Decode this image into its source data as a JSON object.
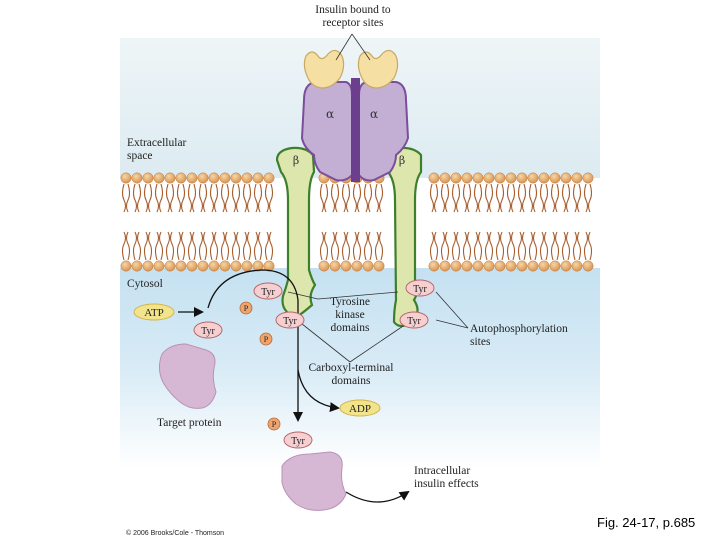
{
  "labels": {
    "insulin_bound": [
      "Insulin bound to",
      "receptor sites"
    ],
    "extracellular": [
      "Extracellular",
      "space"
    ],
    "cytosol": "Cytosol",
    "tyrosine_kinase": [
      "Tyrosine",
      "kinase",
      "domains"
    ],
    "carboxyl_terminal": [
      "Carboxyl-terminal",
      "domains"
    ],
    "autophosphorylation": [
      "Autophosphorylation",
      "sites"
    ],
    "target_protein": "Target protein",
    "intracellular": [
      "Intracellular",
      "insulin effects"
    ],
    "atp": "ATP",
    "adp": "ADP",
    "tyr": "Tyr",
    "p": "P",
    "alpha": "α",
    "beta": "β"
  },
  "figure_caption": "Fig. 24-17, p.685",
  "copyright": "© 2006 Brooks/Cole - Thomson",
  "colors": {
    "extracellular_bg": "#e3eef3",
    "cytosol_bg": "#cfe6f3",
    "membrane_head": "#e4a868",
    "membrane_tail": "#a85e2e",
    "beta_fill": "#dde6ad",
    "beta_edge": "#3e7f2c",
    "alpha_fill": "#c3aed4",
    "alpha_edge": "#7b4d9b",
    "insulin": "#f5dfa3",
    "tyr_fill": "#f6cfd1",
    "p_fill": "#eda46e",
    "atp_fill": "#f2e48a",
    "target_protein": "#d7b8d4"
  }
}
